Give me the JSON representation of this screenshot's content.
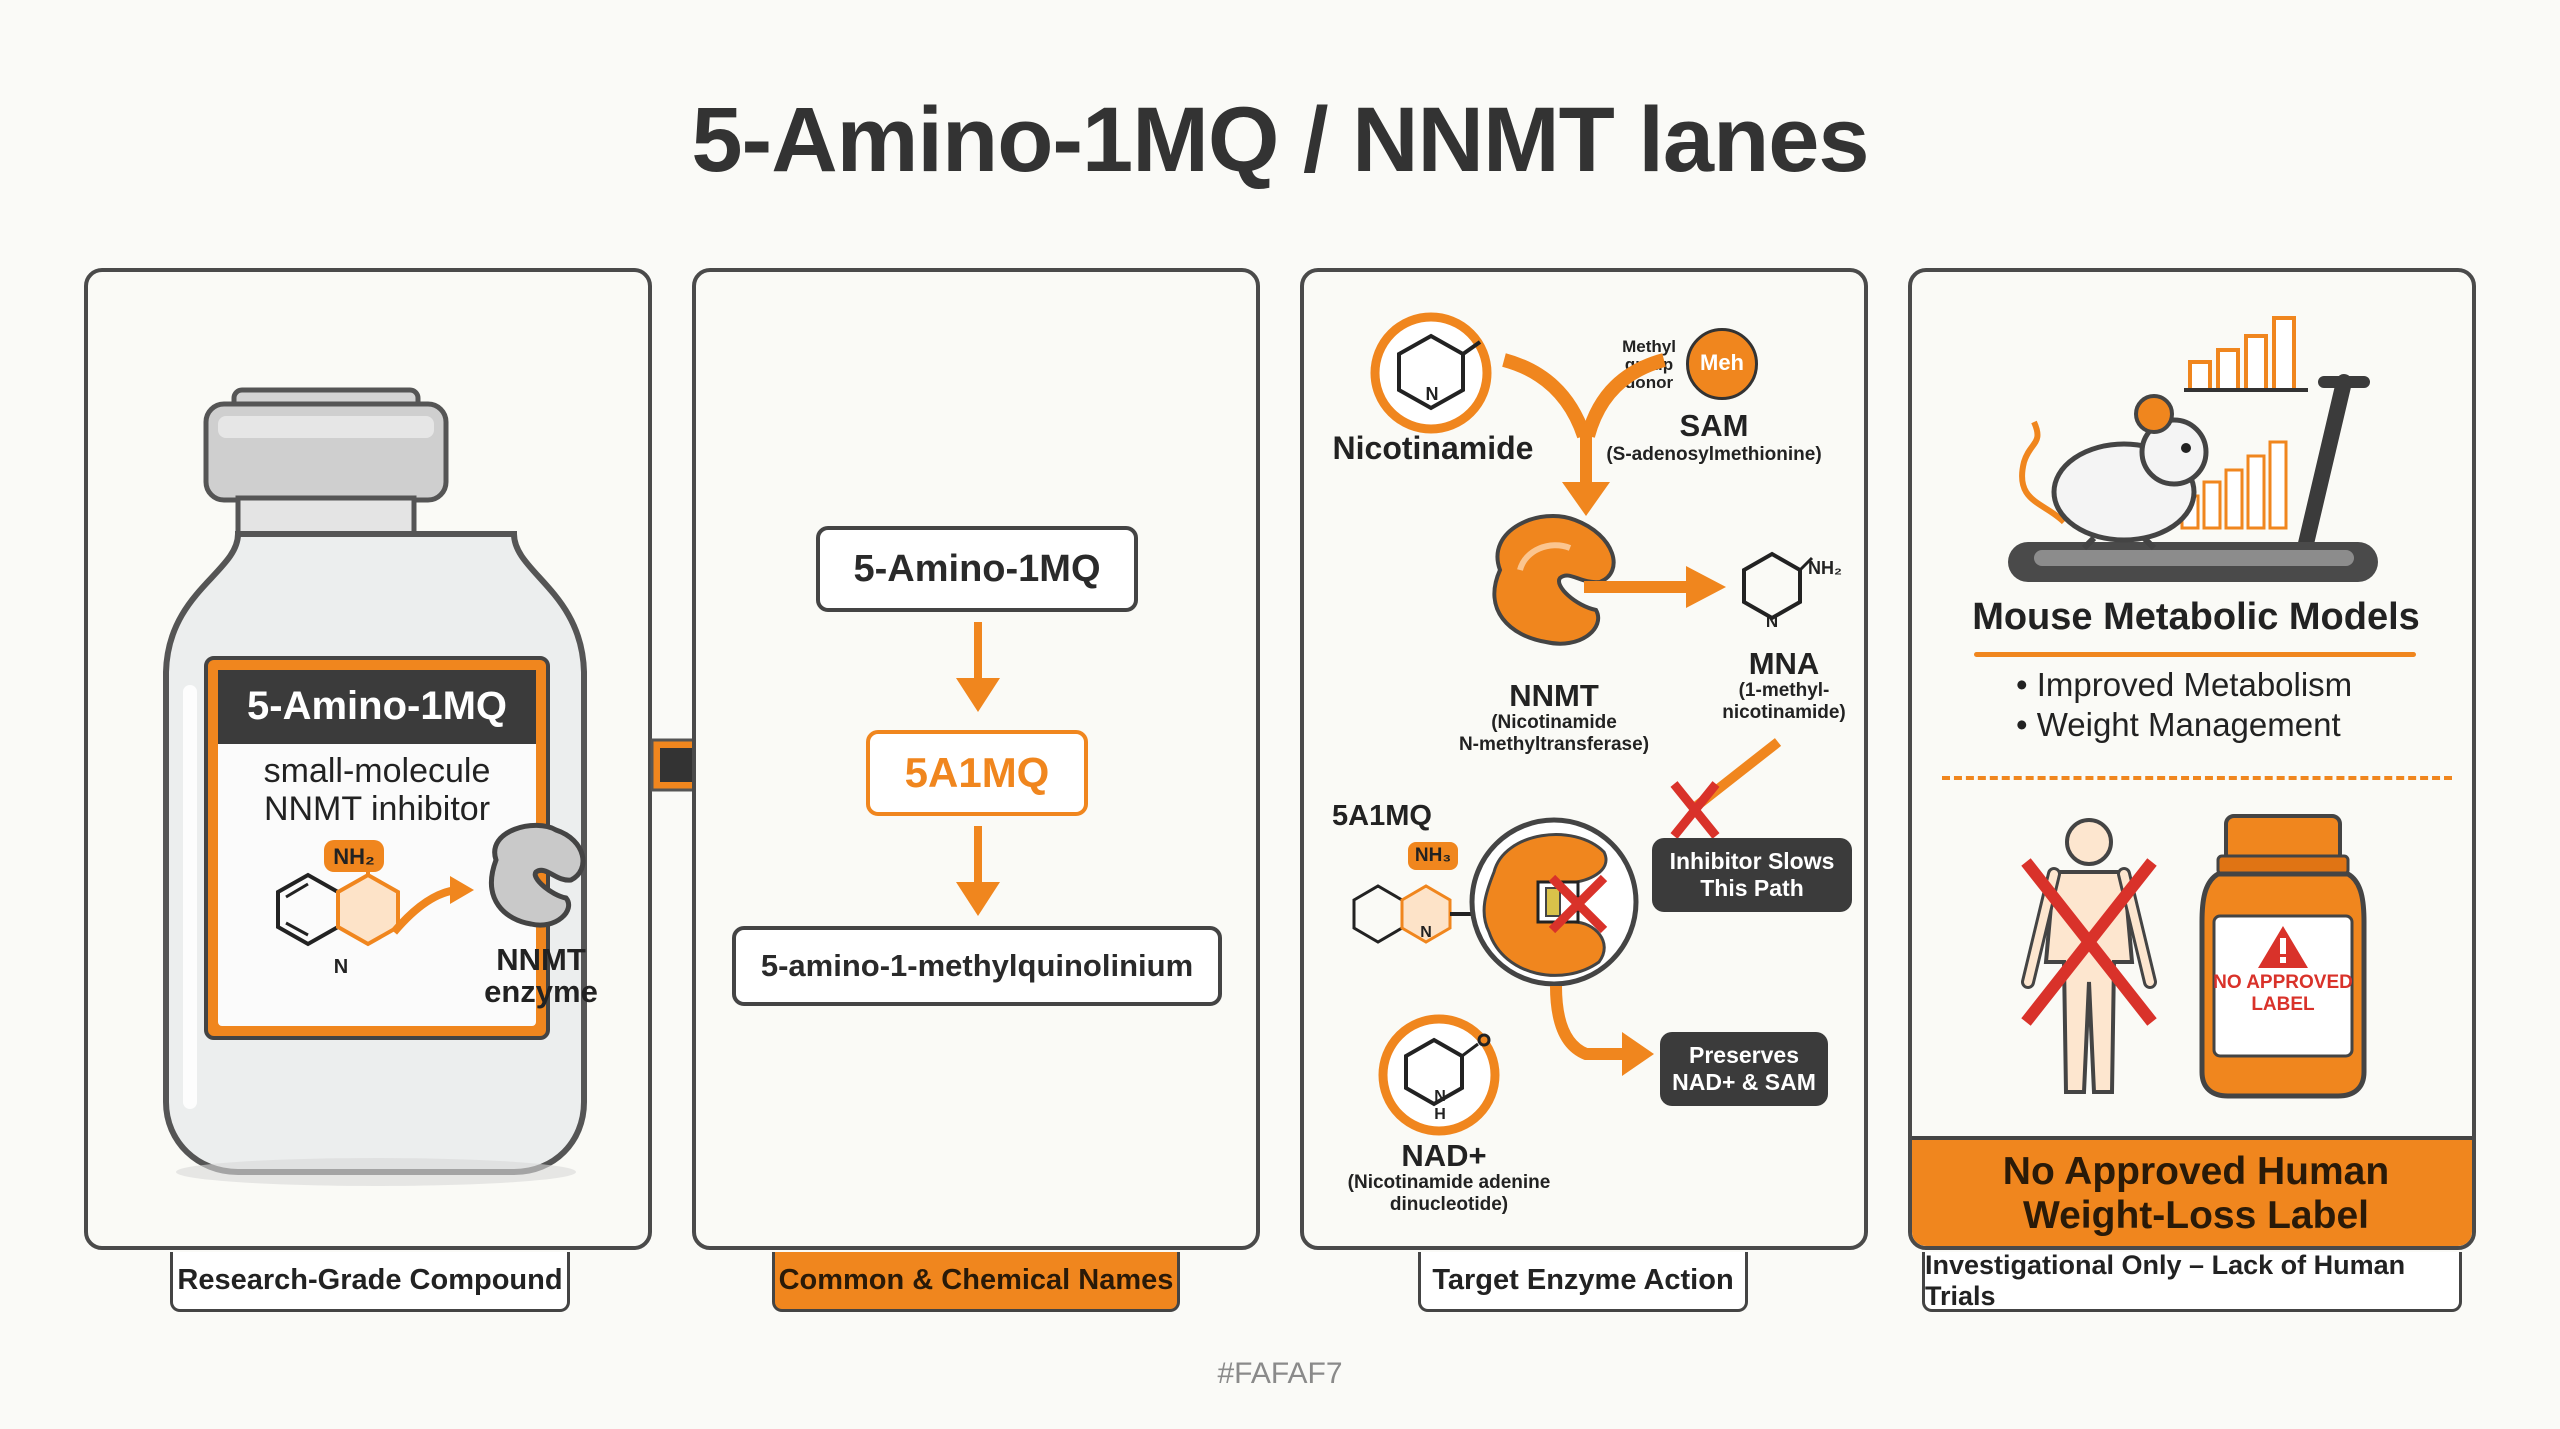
{
  "title": "5-Amino-1MQ / NNMT lanes",
  "colors": {
    "accent": "#F0861E",
    "dark": "#3b3b3b",
    "background": "#FAFAF7",
    "red": "#D9322A"
  },
  "panel1": {
    "caption": "Research-Grade Compound",
    "label_title": "5-Amino-1MQ",
    "label_line1": "small-molecule",
    "label_line2": "NNMT inhibitor",
    "nh2": "NH₂",
    "ring_n": "N",
    "enzyme_line1": "NNMT",
    "enzyme_line2": "enzyme",
    "icons": [
      "vial-icon",
      "quinoline-molecule-icon",
      "enzyme-icon",
      "arrow-right-icon"
    ]
  },
  "panel2": {
    "caption": "Common & Chemical Names",
    "name_top": "5-Amino-1MQ",
    "name_mid": "5A1MQ",
    "name_bottom": "5-amino-1-methylquinolinium"
  },
  "panel3": {
    "caption": "Target Enzyme Action",
    "nicotinamide": "Nicotinamide",
    "ring_n": "N",
    "donor_line1": "Methyl",
    "donor_line2": "group",
    "donor_line3": "donor",
    "meh": "Meh",
    "sam": "SAM",
    "sam_full": "(S-adenosylmethionine)",
    "nnmt": "NNMT",
    "nnmt_full1": "(Nicotinamide",
    "nnmt_full2": "N-methyltransferase)",
    "mna": "MNA",
    "mna_full1": "(1-methyl-",
    "mna_full2": "nicotinamide)",
    "nh2": "NH₂",
    "nh3": "NH₃",
    "inhibitor": "5A1MQ",
    "inhibitor_tag_line1": "Inhibitor Slows",
    "inhibitor_tag_line2": "This Path",
    "preserves_line1": "Preserves",
    "preserves_line2": "NAD+ & SAM",
    "nad": "NAD+",
    "nad_full1": "(Nicotinamide adenine",
    "nad_full2": "dinucleotide)",
    "nad_ring_n": "N",
    "nad_ring_h": "H"
  },
  "panel4": {
    "caption": "Investigational Only – Lack of Human Trials",
    "mouse_title": "Mouse Metabolic Models",
    "bullet1": "• Improved Metabolism",
    "bullet2": "• Weight Management",
    "bottle_label_line1": "NO APPROVED",
    "bottle_label_line2": "LABEL",
    "banner_line1": "No Approved Human",
    "banner_line2": "Weight-Loss Label",
    "icons": [
      "mouse-treadmill-icon",
      "bar-chart-icon",
      "human-body-icon",
      "prescription-bottle-icon",
      "warning-icon"
    ]
  },
  "footer": "#FAFAF7"
}
